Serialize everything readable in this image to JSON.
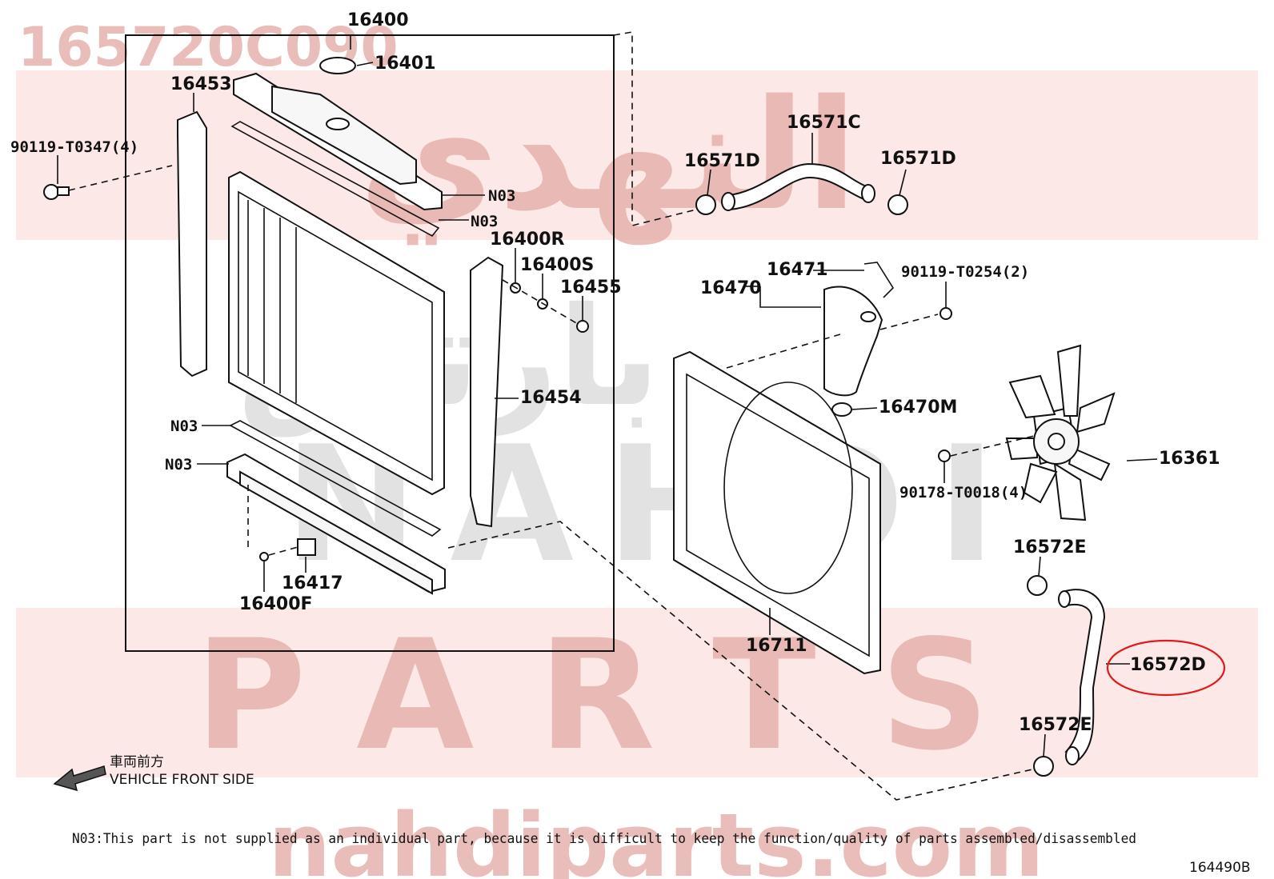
{
  "watermark": {
    "part_number": "165720C090",
    "brand_arabic": "النهدي",
    "brand_arabic_2": "بارتس",
    "brand_latin": "NAHDI",
    "parts": "PARTS",
    "site": "nahdiparts.com"
  },
  "labels": {
    "l16400": "16400",
    "l16401": "16401",
    "l16453": "16453",
    "l90119a": "90119-T0347(4)",
    "n03a": "N03",
    "n03b": "N03",
    "l16400R": "16400R",
    "l16400S": "16400S",
    "l16455": "16455",
    "l16454": "16454",
    "n03c": "N03",
    "n03d": "N03",
    "l16417": "16417",
    "l16400F": "16400F",
    "l16571C": "16571C",
    "l16571Da": "16571D",
    "l16571Db": "16571D",
    "l16471": "16471",
    "l16470": "16470",
    "l90119b": "90119-T0254(2)",
    "l16470M": "16470M",
    "l16361": "16361",
    "l90178": "90178-T0018(4)",
    "l16572Ea": "16572E",
    "l16711": "16711",
    "l16572D": "16572D",
    "l16572Eb": "16572E"
  },
  "legend": {
    "jp": "車両前方",
    "en": "VEHICLE FRONT SIDE"
  },
  "note": "N03:This part is not supplied as an individual part, because it is difficult to keep the function/quality of parts assembled/disassembled",
  "figure_id": "164490B",
  "colors": {
    "highlight": "#e01a1a",
    "watermark_red": "#e6b2ad",
    "watermark_band": "#fbe3e1",
    "watermark_grey": "#d9d9d9"
  }
}
